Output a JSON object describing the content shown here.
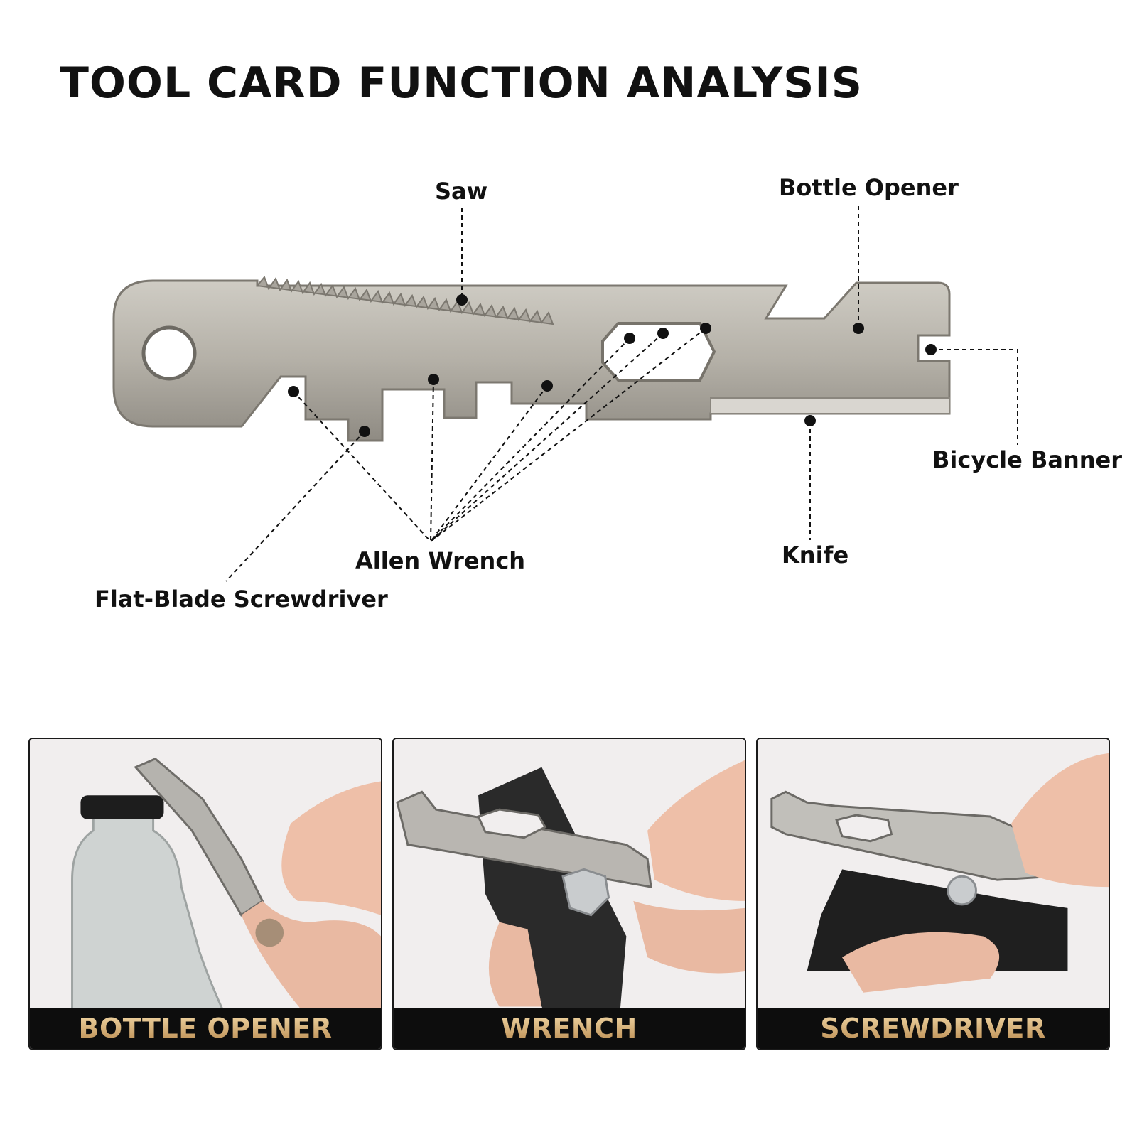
{
  "header": {
    "title": "TOOL CARD FUNCTION ANALYSIS"
  },
  "callouts": {
    "saw": "Saw",
    "bottle_opener": "Bottle Opener",
    "bicycle_banner": "Bicycle Banner",
    "knife": "Knife",
    "allen_wrench": "Allen Wrench",
    "flat_blade_screwdriver": "Flat-Blade Screwdriver"
  },
  "panels": [
    {
      "caption": "BOTTLE OPENER"
    },
    {
      "caption": "WRENCH"
    },
    {
      "caption": "SCREWDRIVER"
    }
  ],
  "colors": {
    "title": "#111111",
    "steel": "#b9b5ad",
    "caption_bar": "#0d0d0d",
    "caption_gold": "#d9b77f"
  }
}
